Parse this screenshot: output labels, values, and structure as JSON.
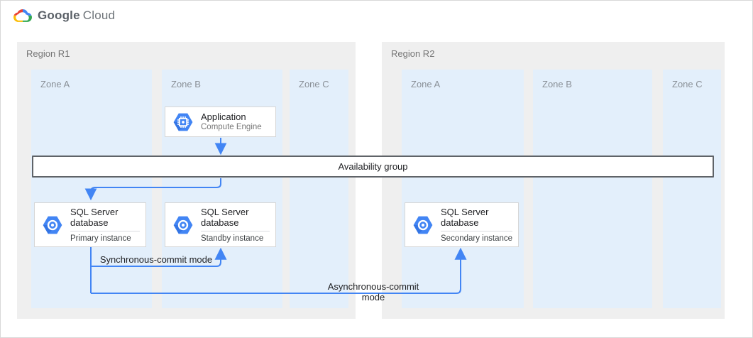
{
  "header": {
    "brand_primary": "Google",
    "brand_secondary": "Cloud"
  },
  "regions": [
    {
      "label": "Region R1",
      "zones": [
        {
          "label": "Zone A"
        },
        {
          "label": "Zone B"
        },
        {
          "label": "Zone C"
        }
      ]
    },
    {
      "label": "Region R2",
      "zones": [
        {
          "label": "Zone A"
        },
        {
          "label": "Zone B"
        },
        {
          "label": "Zone C"
        }
      ]
    }
  ],
  "availability_group": {
    "label": "Availability group"
  },
  "nodes": {
    "application": {
      "title": "Application",
      "subtitle": "Compute Engine",
      "icon": "compute-engine-icon"
    },
    "primary": {
      "title": "SQL Server database",
      "subtitle": "Primary instance",
      "icon": "sql-server-icon"
    },
    "standby": {
      "title": "SQL Server database",
      "subtitle": "Standby instance",
      "icon": "sql-server-icon"
    },
    "secondary": {
      "title": "SQL Server database",
      "subtitle": "Secondary instance",
      "icon": "sql-server-icon"
    }
  },
  "edges": {
    "sync_label": "Synchronous-commit mode",
    "async_label": "Asynchronous-commit mode"
  },
  "colors": {
    "accent": "#4285f4",
    "region_fill": "#efefef",
    "zone_fill": "#e3effb",
    "box_border": "#d6d6d6",
    "bar_border": "#5f6368",
    "text_dark": "#202124",
    "text_gray": "#757575",
    "zone_label": "#8a9097",
    "brand_gray": "#5f6368"
  }
}
